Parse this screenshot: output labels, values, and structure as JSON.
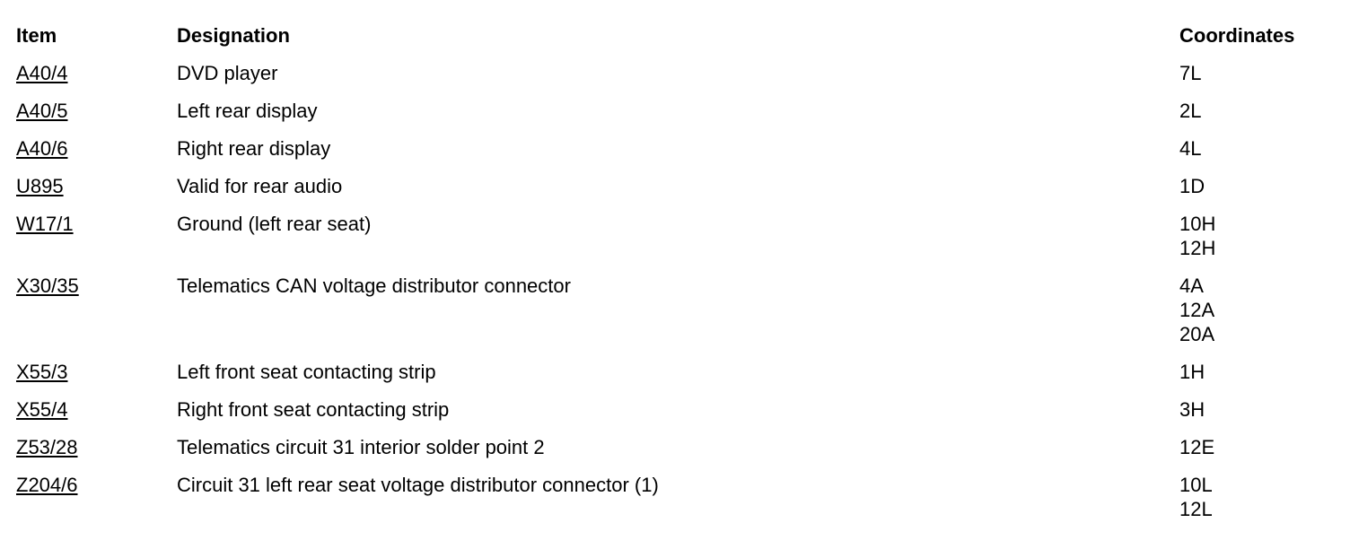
{
  "headers": {
    "item": "Item",
    "designation": "Designation",
    "coordinates": "Coordinates"
  },
  "rows": [
    {
      "item": "A40/4",
      "designation": "DVD player",
      "coordinates": [
        "7L"
      ]
    },
    {
      "item": "A40/5",
      "designation": "Left rear display",
      "coordinates": [
        "2L"
      ]
    },
    {
      "item": "A40/6",
      "designation": "Right rear display",
      "coordinates": [
        "4L"
      ]
    },
    {
      "item": "U895",
      "designation": "Valid for rear audio",
      "coordinates": [
        "1D"
      ]
    },
    {
      "item": "W17/1",
      "designation": "Ground (left rear seat)",
      "coordinates": [
        "10H",
        "12H"
      ]
    },
    {
      "item": "X30/35",
      "designation": "Telematics CAN voltage distributor connector",
      "coordinates": [
        "4A",
        "12A",
        "20A"
      ]
    },
    {
      "item": "X55/3",
      "designation": "Left front seat contacting strip",
      "coordinates": [
        "1H"
      ]
    },
    {
      "item": "X55/4",
      "designation": "Right front seat contacting strip",
      "coordinates": [
        "3H"
      ]
    },
    {
      "item": "Z53/28",
      "designation": "Telematics circuit 31 interior solder point 2",
      "coordinates": [
        "12E"
      ]
    },
    {
      "item": "Z204/6",
      "designation": "Circuit 31 left rear seat voltage distributor connector (1)",
      "coordinates": [
        "10L",
        "12L"
      ]
    }
  ]
}
